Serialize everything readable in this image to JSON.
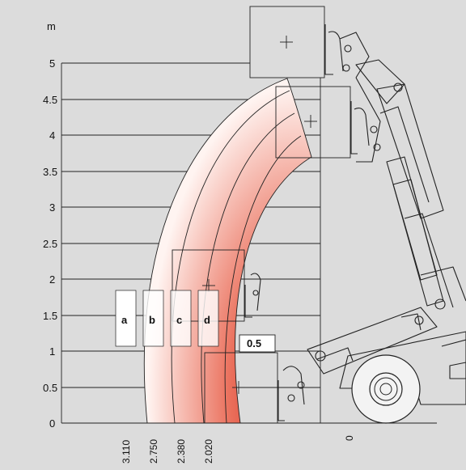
{
  "chart_data": {
    "type": "load-chart",
    "yunit": "m",
    "yticks": [
      "5",
      "4.5",
      "4",
      "3.5",
      "3",
      "2.5",
      "2",
      "1.5",
      "1",
      "0.5",
      "0"
    ],
    "xticks": [
      "3.110",
      "2.750",
      "2.380",
      "2.020",
      "0"
    ],
    "zones": [
      "a",
      "b",
      "c",
      "d"
    ],
    "dimension_label": "0.5"
  },
  "colors": {
    "background": "#dcdcdc",
    "zone_dark": "#d92a1e",
    "zone_light": "#ffffff",
    "lines": "#222222"
  }
}
